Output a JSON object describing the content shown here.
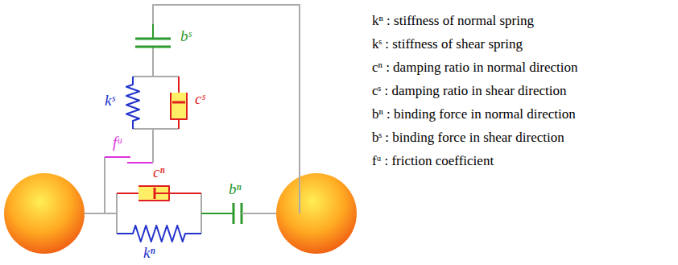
{
  "diagram": {
    "labels": [
      "bˢ",
      "kˢ",
      "cˢ",
      "fᵘ",
      "cⁿ",
      "bⁿ",
      "kⁿ",
      "kⁿ : stiffness of normal spring",
      "kˢ : stiffness of shear spring",
      "cⁿ : damping ratio in normal direction",
      "cˢ : damping ratio in shear direction",
      "bⁿ : binding force in normal direction",
      "bˢ : binding force in shear direction",
      "fᵘ : friction coefficient"
    ]
  }
}
